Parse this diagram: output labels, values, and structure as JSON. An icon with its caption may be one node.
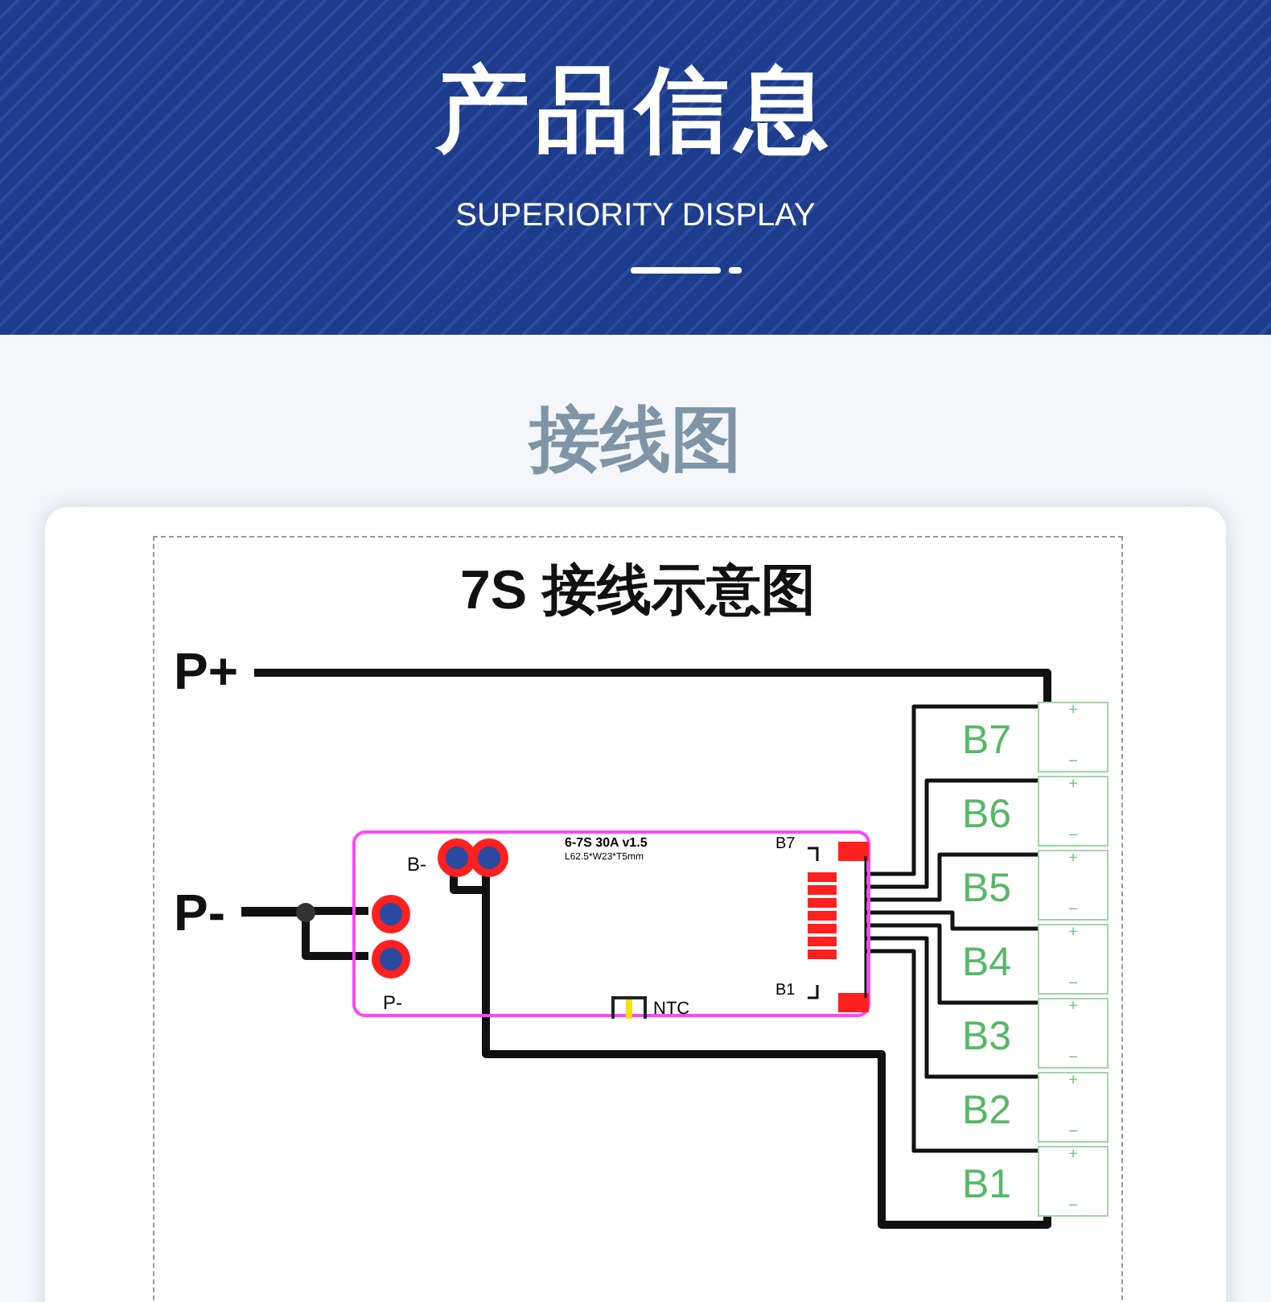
{
  "diagram": {
    "title": "7S 接线示意图",
    "nodes": [
      {
        "text": [
          "P+"
        ]
      },
      {
        "text": [
          "P-"
        ]
      },
      {
        "text": [
          "6-7S 30A v1.5",
          "L62.5*W23*T5mm"
        ]
      },
      {
        "text": [],
        "shape": "circle",
        "in": 2,
        "beside": [
          "B-"
        ]
      },
      {
        "text": [],
        "shape": "circle",
        "in": 2
      },
      {
        "text": [],
        "shape": "circle",
        "in": 2
      },
      {
        "text": [],
        "shape": "circle",
        "in": 2,
        "beside": [
          "P-"
        ]
      },
      {
        "text": [],
        "shape": "box",
        "in": 2
      },
      {
        "text": [],
        "shape": "box",
        "in": 2,
        "beside": [
          "NTC"
        ]
      },
      {
        "text": [
          "+",
          "−"
        ],
        "beside": [
          "B7"
        ]
      },
      {
        "text": [
          "+",
          "−"
        ],
        "beside": [
          "B6"
        ]
      },
      {
        "text": [
          "+",
          "−"
        ],
        "beside": [
          "B5"
        ]
      },
      {
        "text": [
          "+",
          "−"
        ],
        "beside": [
          "B4"
        ]
      },
      {
        "text": [
          "+",
          "−"
        ],
        "beside": [
          "B3"
        ]
      },
      {
        "text": [
          "+",
          "−"
        ],
        "beside": [
          "B2"
        ]
      },
      {
        "text": [
          "+",
          "−"
        ],
        "beside": [
          "B1"
        ]
      }
    ],
    "edges": [
      {
        "from": 0,
        "to": 9,
        "arrow": "none",
        "style": "thick"
      },
      {
        "from": 1,
        "to": 5,
        "arrow": "none",
        "style": "thick"
      },
      {
        "from": 1,
        "to": 6,
        "arrow": "none",
        "style": "thick"
      },
      {
        "from": 3,
        "to": 4,
        "arrow": "none",
        "style": "thick"
      },
      {
        "from": 4,
        "to": 15,
        "arrow": "none",
        "style": "thick"
      },
      {
        "from": 7,
        "to": 9,
        "arrow": "none"
      },
      {
        "from": 7,
        "to": 10,
        "arrow": "none"
      },
      {
        "from": 7,
        "to": 11,
        "arrow": "none"
      },
      {
        "from": 7,
        "to": 12,
        "arrow": "none"
      },
      {
        "from": 7,
        "to": 13,
        "arrow": "none"
      },
      {
        "from": 7,
        "to": 14,
        "arrow": "none"
      },
      {
        "from": 7,
        "to": 15,
        "arrow": "none"
      }
    ],
    "labels": [
      "产品信息",
      "SUPERIORITY DISPLAY",
      "接线图",
      "B7",
      "B1"
    ]
  }
}
